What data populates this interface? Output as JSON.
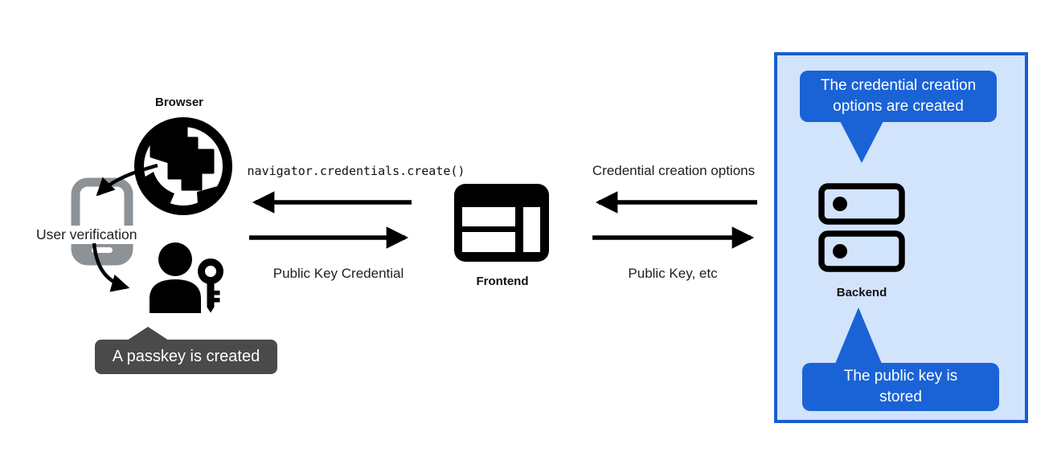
{
  "browser": {
    "label": "Browser"
  },
  "user_verification": {
    "label": "User verification"
  },
  "passkey_callout": {
    "text": "A passkey is created"
  },
  "frontend": {
    "label": "Frontend"
  },
  "backend": {
    "label": "Backend"
  },
  "frontend_browser_flow": {
    "call_label": "navigator.credentials.create()",
    "return_label": "Public Key Credential"
  },
  "backend_frontend_flow": {
    "request_label": "Credential creation options",
    "response_label": "Public Key, etc"
  },
  "backend_callouts": {
    "top": "The credential creation options are created",
    "bottom": "The public key is stored"
  },
  "icons": {
    "browser": "globe-icon",
    "authenticator": "phone-icon",
    "user": "person-with-key-icon",
    "frontend": "browser-window-icon",
    "backend": "server-stack-icon"
  },
  "colors": {
    "callout_blue": "#1a63d6",
    "panel_fill": "#d2e3fc",
    "panel_border": "#1a5dce",
    "callout_gray": "#4a4a4a",
    "phone_gray": "#8d9297",
    "ink": "#202124"
  }
}
